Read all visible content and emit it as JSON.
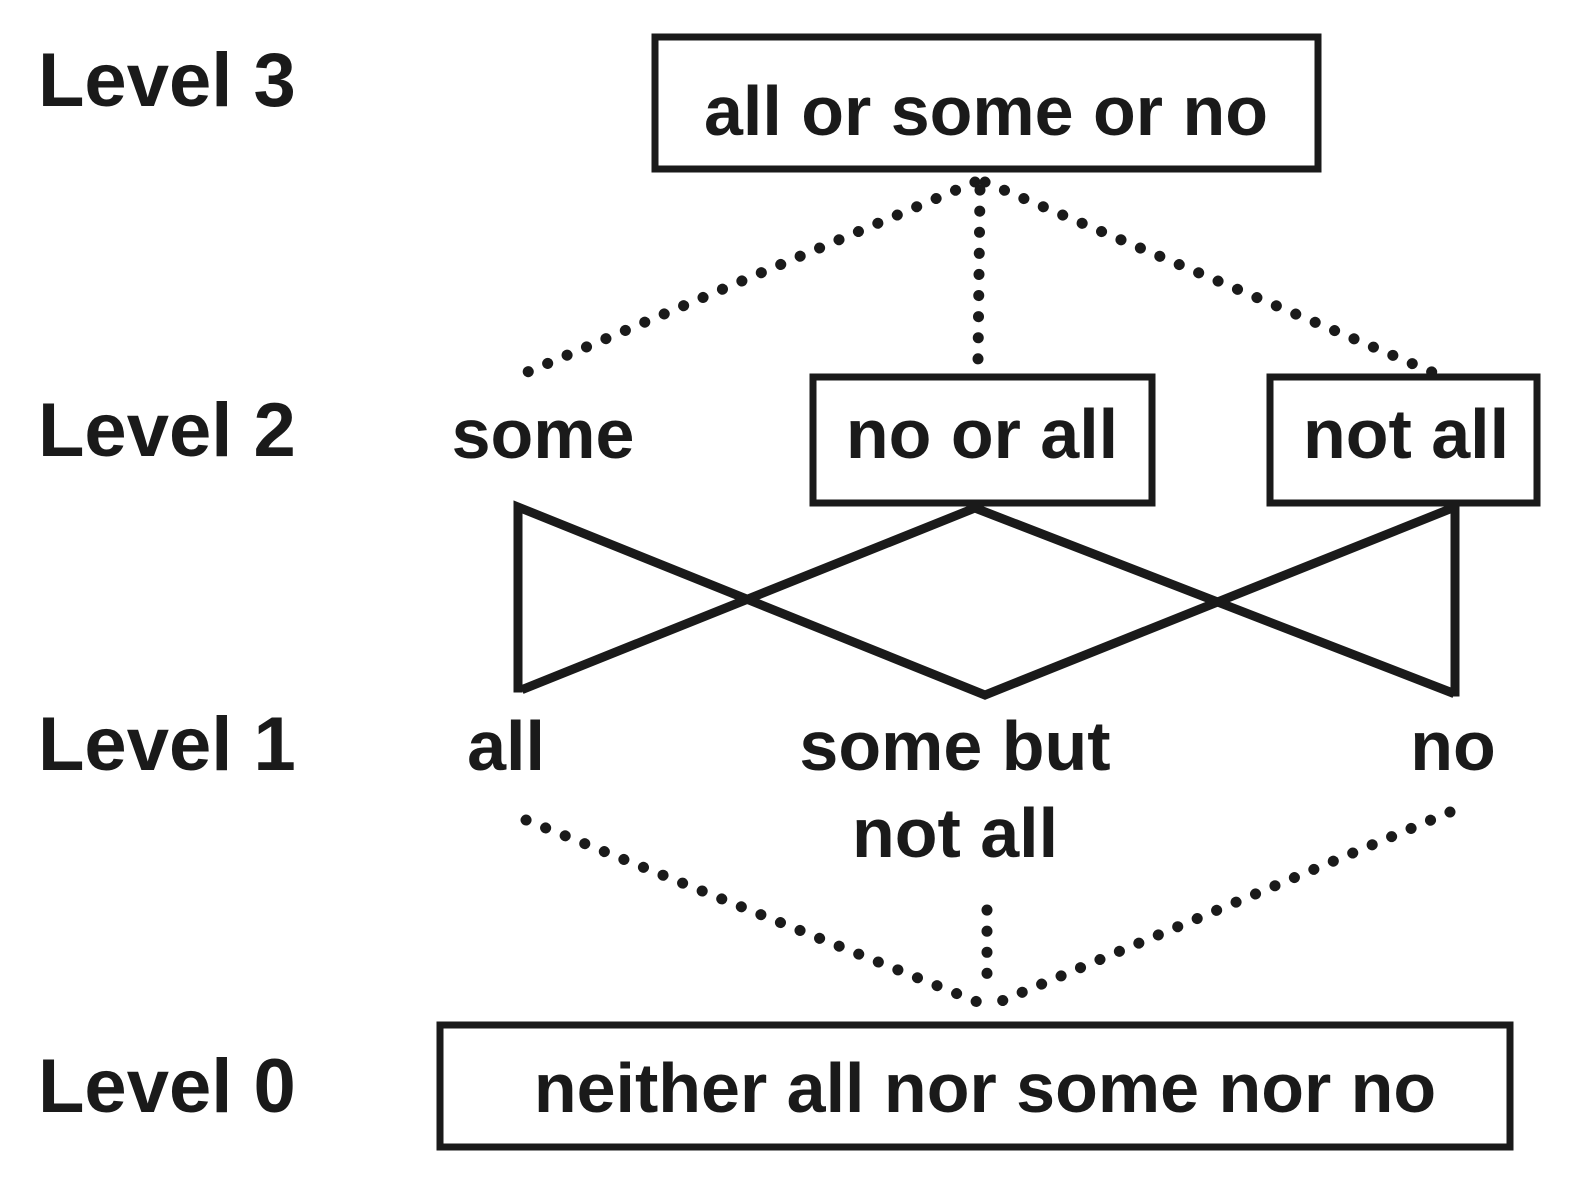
{
  "levels": {
    "level3": "Level 3",
    "level2": "Level 2",
    "level1": "Level 1",
    "level0": "Level 0"
  },
  "nodes": {
    "top": "all or some or no",
    "some": "some",
    "no_or_all": "no or all",
    "not_all": "not all",
    "all": "all",
    "some_but_line1": "some but",
    "some_but_line2": "not all",
    "no": "no",
    "bottom": "neither all nor some nor no"
  }
}
